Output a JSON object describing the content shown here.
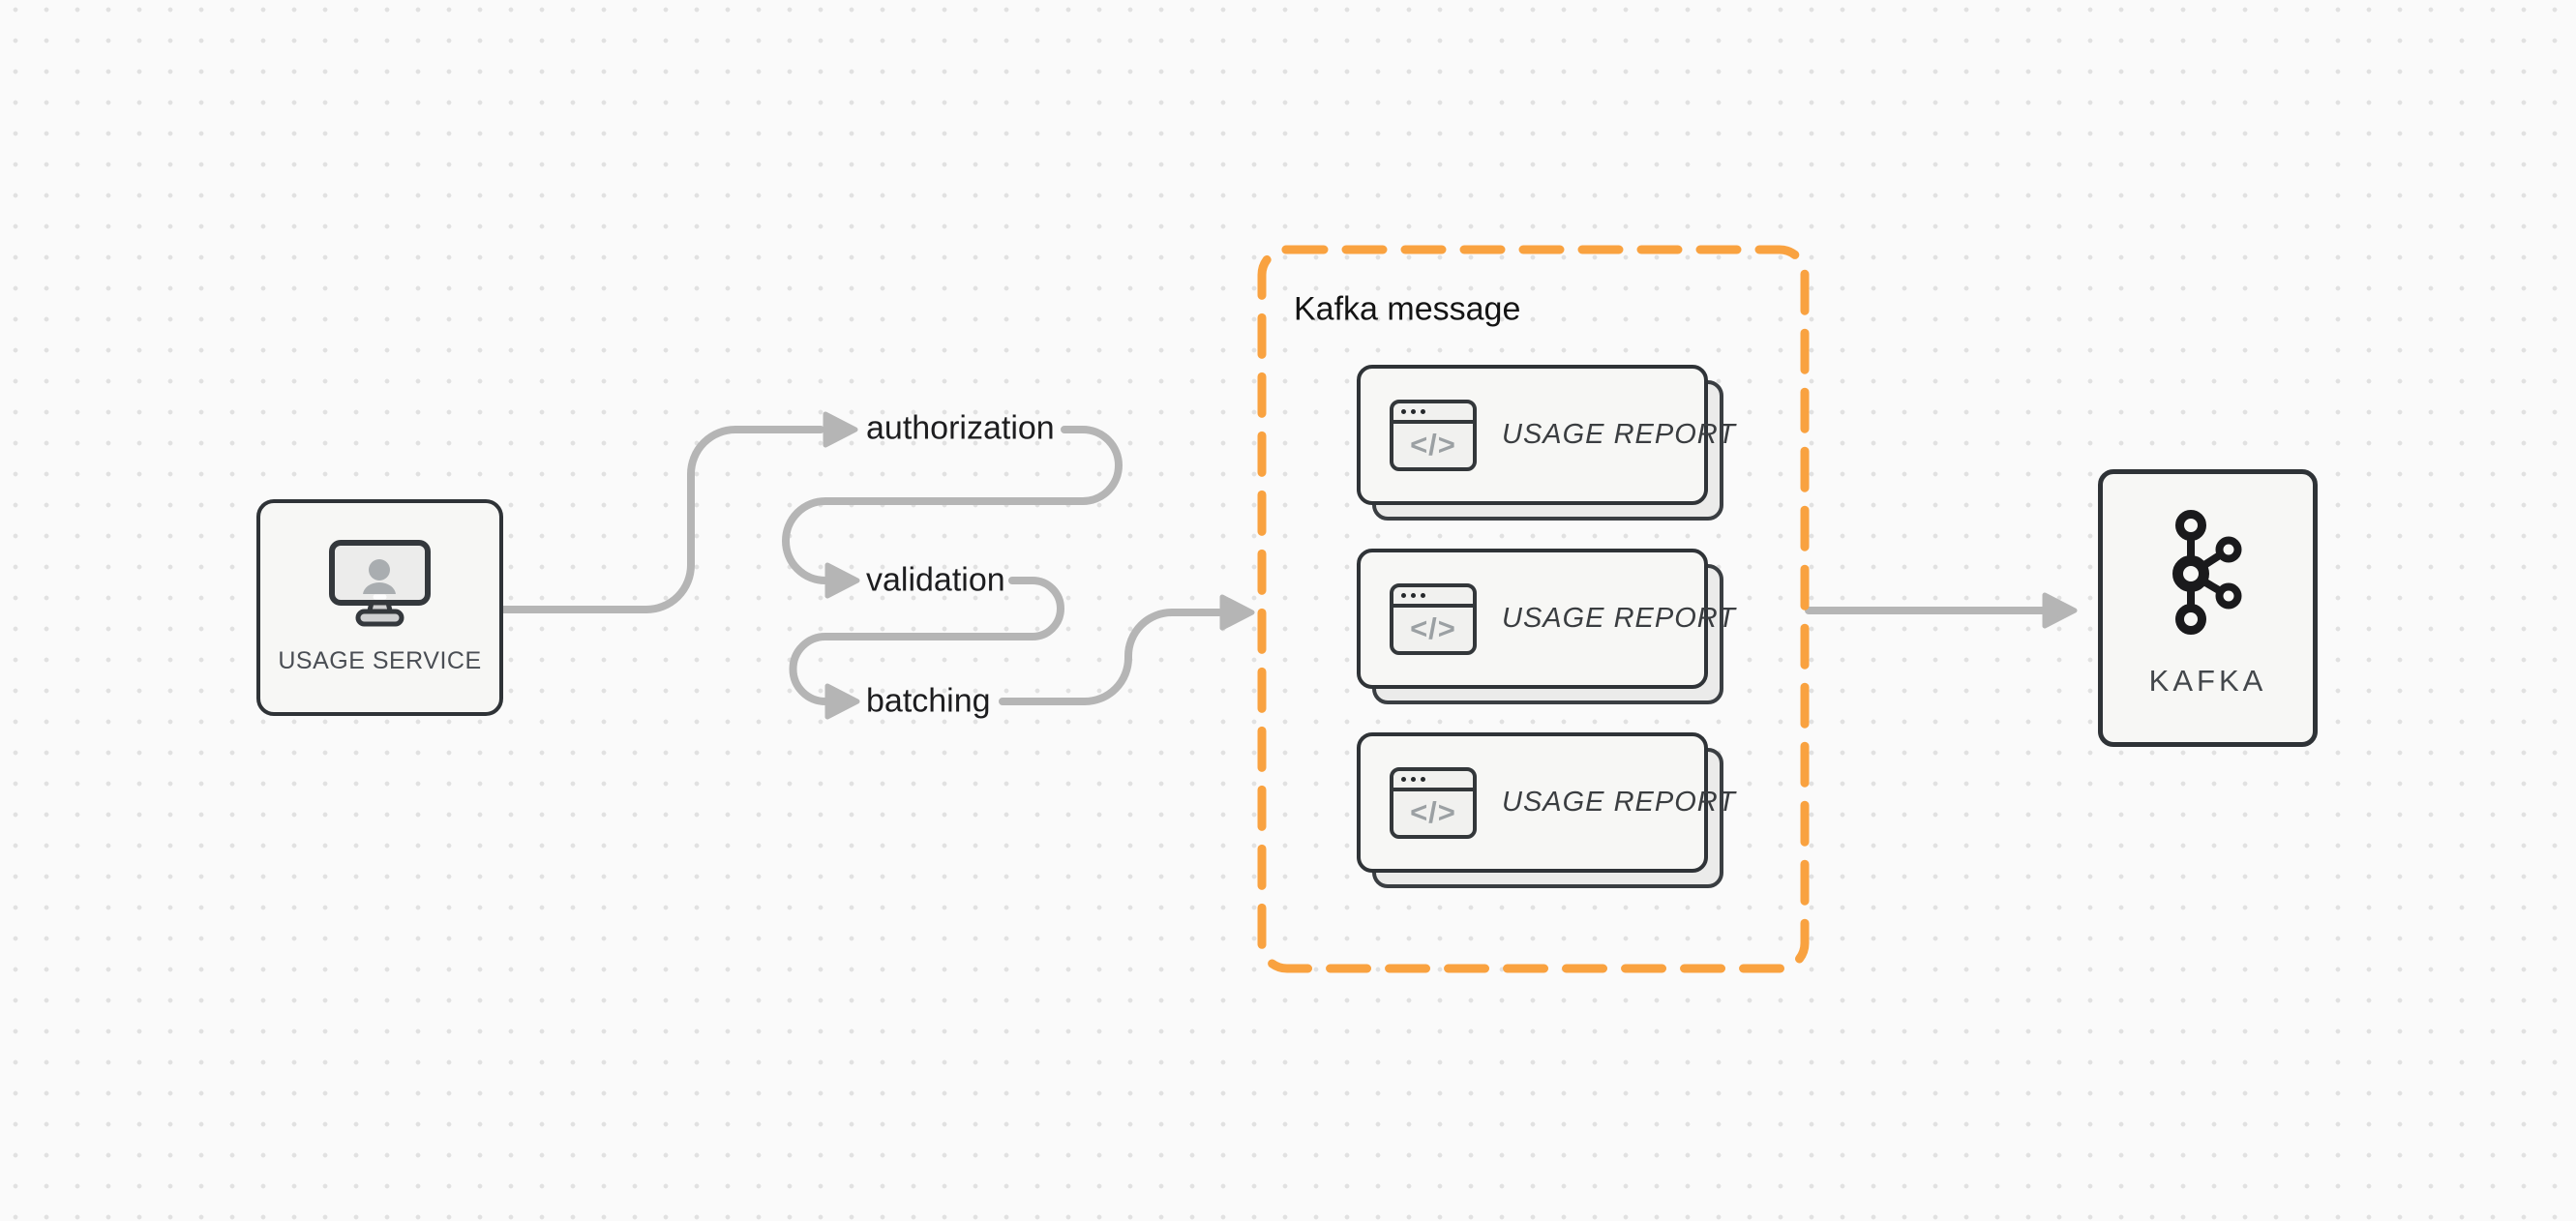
{
  "diagram": {
    "background": "#fafafa",
    "dot_color": "#e1e1e1",
    "arrow_color": "#b5b5b5",
    "node_border_color": "#2f3337",
    "node_fill": "#f7f7f5",
    "card_shadow_fill": "#ebebea",
    "accent_orange": "#f9a240",
    "label_dark": "#1d1d1f",
    "label_gray": "#4a4e54"
  },
  "usage_service": {
    "label": "USAGE SERVICE",
    "icon": "monitor-user-icon"
  },
  "pipeline": {
    "steps": [
      {
        "label": "authorization"
      },
      {
        "label": "validation"
      },
      {
        "label": "batching"
      }
    ]
  },
  "kafka_group": {
    "title": "Kafka message",
    "card_icon": "browser-code-icon",
    "code_glyph": "</>",
    "cards": [
      {
        "label": "USAGE REPORT"
      },
      {
        "label": "USAGE REPORT"
      },
      {
        "label": "USAGE REPORT"
      }
    ]
  },
  "kafka": {
    "label": "KAFKA",
    "icon": "kafka-logo-icon"
  }
}
